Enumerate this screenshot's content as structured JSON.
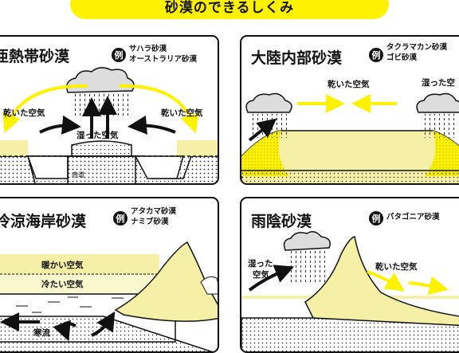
{
  "title": "砂漠のできるしくみ",
  "rei_mark": "例",
  "panels": {
    "subtropical": {
      "heading": "亜熱帯砂漠",
      "examples": [
        "サハラ砂漠",
        "オーストラリア砂漠"
      ],
      "label_left": "乾いた空気",
      "label_right": "乾いた空気",
      "label_center": "湿った空気",
      "label_equator": "赤道"
    },
    "inland": {
      "heading": "大陸内部砂漠",
      "examples": [
        "タクラマカン砂漠",
        "ゴビ砂漠"
      ],
      "label_dry": "乾いた空気",
      "label_wet": "湿った空"
    },
    "coastal": {
      "heading": "冷涼海岸砂漠",
      "examples": [
        "アタカマ砂漠",
        "ナミブ砂漠"
      ],
      "label_warm": "暖かい空気",
      "label_cold": "冷たい空気",
      "label_current": "寒流"
    },
    "rainshadow": {
      "heading": "雨陰砂漠",
      "examples": [
        "パタゴニア砂漠"
      ],
      "label_wet_1": "湿った",
      "label_wet_2": "空気",
      "label_dry": "乾いた空気"
    }
  },
  "colors": {
    "accent": "#fff200",
    "land": "#f6f0a6",
    "ink": "#111111"
  }
}
